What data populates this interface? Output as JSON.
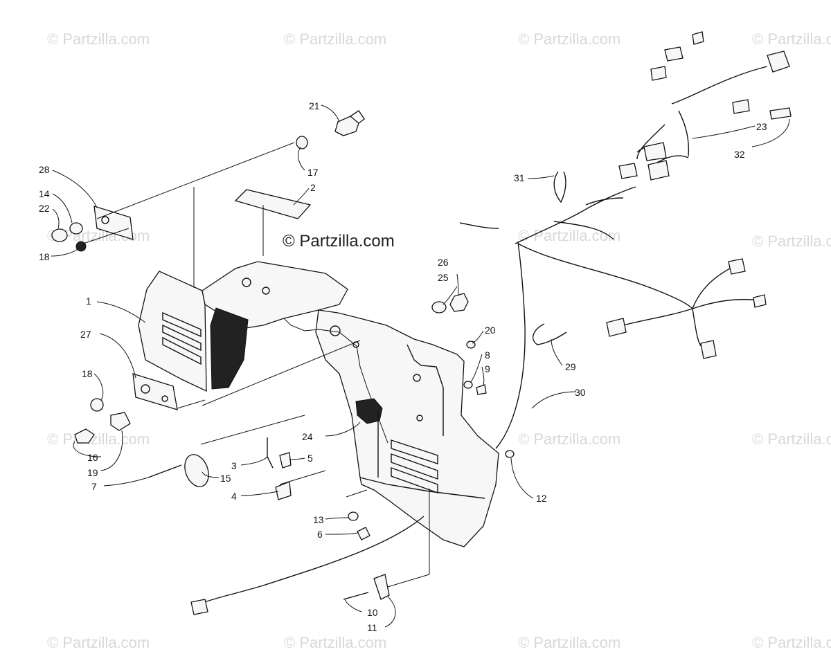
{
  "watermarks": {
    "brand": "© Partzilla.com",
    "main": "© Partzilla.com"
  },
  "callouts": [
    {
      "id": "1",
      "label": "1"
    },
    {
      "id": "2",
      "label": "2"
    },
    {
      "id": "3",
      "label": "3"
    },
    {
      "id": "4",
      "label": "4"
    },
    {
      "id": "5",
      "label": "5"
    },
    {
      "id": "6",
      "label": "6"
    },
    {
      "id": "7",
      "label": "7"
    },
    {
      "id": "8",
      "label": "8"
    },
    {
      "id": "9",
      "label": "9"
    },
    {
      "id": "10",
      "label": "10"
    },
    {
      "id": "11",
      "label": "11"
    },
    {
      "id": "12",
      "label": "12"
    },
    {
      "id": "13",
      "label": "13"
    },
    {
      "id": "14",
      "label": "14"
    },
    {
      "id": "15",
      "label": "15"
    },
    {
      "id": "16",
      "label": "16"
    },
    {
      "id": "17",
      "label": "17"
    },
    {
      "id": "18a",
      "label": "18"
    },
    {
      "id": "18b",
      "label": "18"
    },
    {
      "id": "19",
      "label": "19"
    },
    {
      "id": "20",
      "label": "20"
    },
    {
      "id": "21",
      "label": "21"
    },
    {
      "id": "22",
      "label": "22"
    },
    {
      "id": "23",
      "label": "23"
    },
    {
      "id": "24",
      "label": "24"
    },
    {
      "id": "25",
      "label": "25"
    },
    {
      "id": "26",
      "label": "26"
    },
    {
      "id": "27",
      "label": "27"
    },
    {
      "id": "28",
      "label": "28"
    },
    {
      "id": "29",
      "label": "29"
    },
    {
      "id": "30",
      "label": "30"
    },
    {
      "id": "31",
      "label": "31"
    },
    {
      "id": "32",
      "label": "32"
    }
  ]
}
